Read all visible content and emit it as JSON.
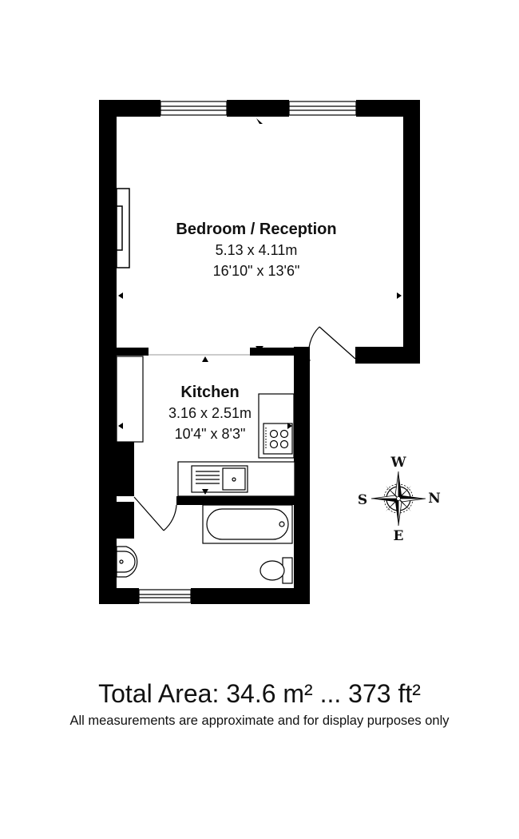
{
  "rooms": {
    "bedroom": {
      "name": "Bedroom / Reception",
      "metric": "5.13 x 4.11m",
      "imperial": "16'10\" x 13'6\""
    },
    "kitchen": {
      "name": "Kitchen",
      "metric": "3.16 x 2.51m",
      "imperial": "10'4\" x 8'3\""
    }
  },
  "compass": {
    "top": "W",
    "left": "S",
    "right": "N",
    "bottom": "E"
  },
  "footer": {
    "total_area": "Total Area: 34.6 m² ... 373 ft²",
    "disclaimer": "All measurements are approximate and for display purposes only"
  }
}
